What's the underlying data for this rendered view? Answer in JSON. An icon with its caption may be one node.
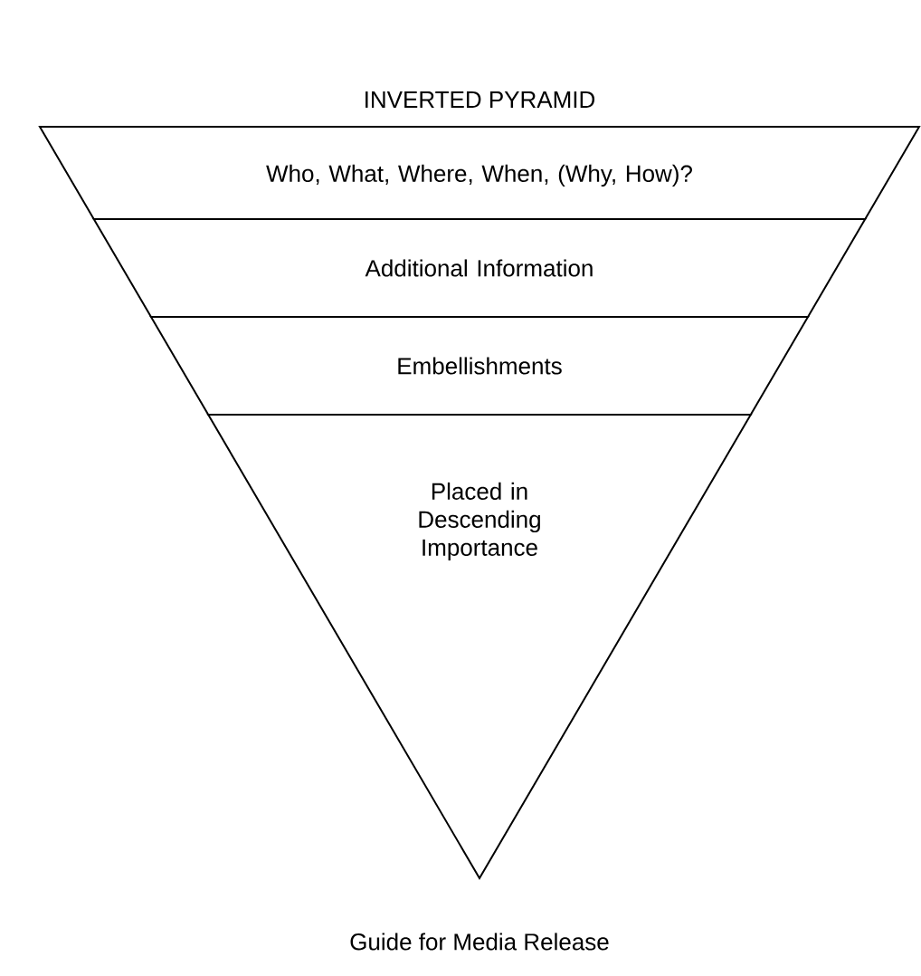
{
  "diagram": {
    "title": "INVERTED PYRAMID",
    "nodes": [
      {
        "text": [
          "Who, What, Where, When, (Why, How)?"
        ]
      },
      {
        "text": [
          "Additional Information"
        ]
      },
      {
        "text": [
          "Embellishments"
        ]
      },
      {
        "text": [
          "Placed in Descending Importance"
        ]
      }
    ],
    "caption": "Guide for Media Release"
  }
}
